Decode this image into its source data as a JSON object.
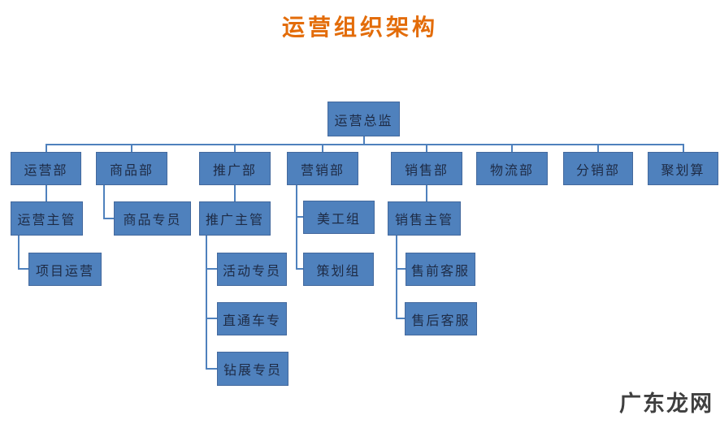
{
  "title": "运营组织架构",
  "watermark": "广东龙网",
  "colors": {
    "node_fill": "#4f81bd",
    "node_border": "#44699d",
    "node_text": "#1e2b45",
    "connector": "#4f81bd",
    "title_text": "#e36c09",
    "watermark_text": "#3f3f3f"
  },
  "nodes": {
    "director": {
      "label": "运营总监"
    },
    "dept_operations": {
      "label": "运营部"
    },
    "dept_merchandise": {
      "label": "商品部"
    },
    "dept_promotion": {
      "label": "推广部"
    },
    "dept_marketing": {
      "label": "营销部"
    },
    "dept_sales": {
      "label": "销售部"
    },
    "dept_logistics": {
      "label": "物流部"
    },
    "dept_distribution": {
      "label": "分销部"
    },
    "dept_juhuasuan": {
      "label": "聚划算"
    },
    "operations_supervisor": {
      "label": "运营主管"
    },
    "merchandise_specialist": {
      "label": "商品专员"
    },
    "promotion_supervisor": {
      "label": "推广主管"
    },
    "art_group": {
      "label": "美工组"
    },
    "sales_supervisor": {
      "label": "销售主管"
    },
    "project_operations": {
      "label": "项目运营"
    },
    "activity_specialist": {
      "label": "活动专员"
    },
    "planning_group": {
      "label": "策划组"
    },
    "presales_service": {
      "label": "售前客服"
    },
    "ztc_specialist": {
      "label": "直通车专"
    },
    "aftersales_service": {
      "label": "售后客服"
    },
    "zuanzhan_specialist": {
      "label": "钻展专员"
    }
  },
  "edges": [
    [
      "director",
      "dept_operations"
    ],
    [
      "director",
      "dept_merchandise"
    ],
    [
      "director",
      "dept_promotion"
    ],
    [
      "director",
      "dept_marketing"
    ],
    [
      "director",
      "dept_sales"
    ],
    [
      "director",
      "dept_logistics"
    ],
    [
      "director",
      "dept_distribution"
    ],
    [
      "director",
      "dept_juhuasuan"
    ],
    [
      "dept_operations",
      "operations_supervisor"
    ],
    [
      "operations_supervisor",
      "project_operations"
    ],
    [
      "dept_merchandise",
      "merchandise_specialist"
    ],
    [
      "dept_promotion",
      "promotion_supervisor"
    ],
    [
      "promotion_supervisor",
      "activity_specialist"
    ],
    [
      "promotion_supervisor",
      "ztc_specialist"
    ],
    [
      "promotion_supervisor",
      "zuanzhan_specialist"
    ],
    [
      "dept_marketing",
      "art_group"
    ],
    [
      "dept_marketing",
      "planning_group"
    ],
    [
      "dept_sales",
      "sales_supervisor"
    ],
    [
      "sales_supervisor",
      "presales_service"
    ],
    [
      "sales_supervisor",
      "aftersales_service"
    ]
  ]
}
